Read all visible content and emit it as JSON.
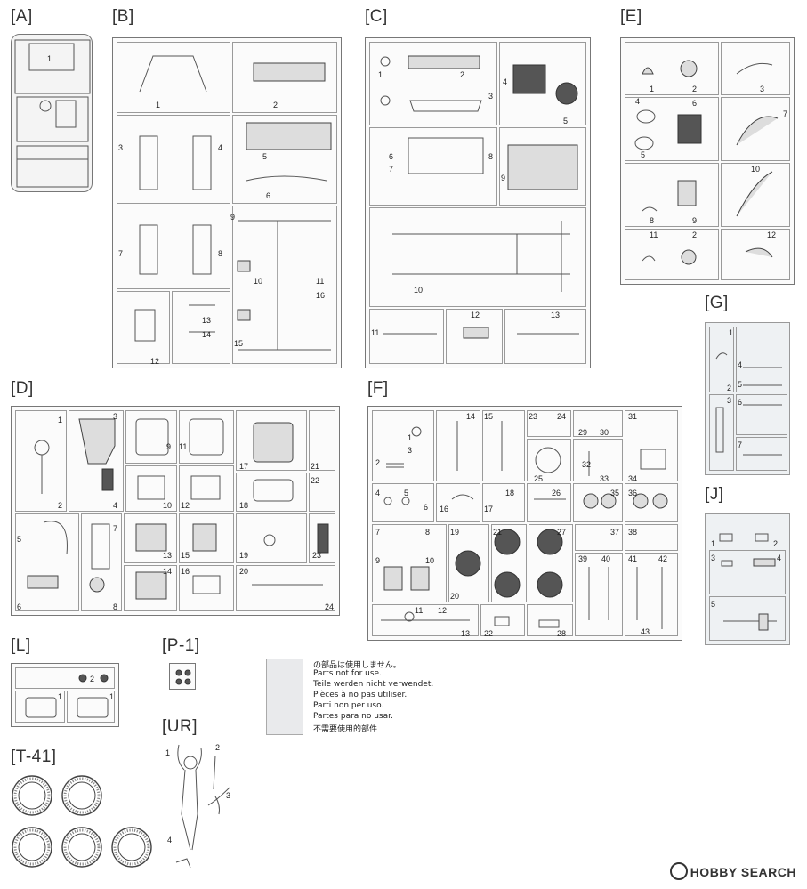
{
  "sprues": {
    "A": {
      "label": "[A]",
      "parts": [
        "1"
      ]
    },
    "B": {
      "label": "[B]",
      "parts": [
        "1",
        "2",
        "3",
        "4",
        "5",
        "6",
        "7",
        "8",
        "9",
        "10",
        "11",
        "12",
        "13",
        "14",
        "15",
        "16"
      ]
    },
    "C": {
      "label": "[C]",
      "parts": [
        "1",
        "2",
        "3",
        "4",
        "5",
        "6",
        "7",
        "8",
        "9",
        "10",
        "11",
        "12",
        "13"
      ]
    },
    "E": {
      "label": "[E]",
      "parts": [
        "1",
        "2",
        "3",
        "4",
        "5",
        "6",
        "7",
        "8",
        "9",
        "10",
        "11",
        "2",
        "12"
      ]
    },
    "G": {
      "label": "[G]",
      "parts": [
        "1",
        "2",
        "3",
        "4",
        "5",
        "6",
        "7"
      ]
    },
    "D": {
      "label": "[D]",
      "parts": [
        "1",
        "2",
        "3",
        "4",
        "9",
        "10",
        "11",
        "12",
        "17",
        "18",
        "21",
        "22",
        "5",
        "6",
        "7",
        "8",
        "13",
        "14",
        "15",
        "16",
        "19",
        "20",
        "23",
        "24"
      ]
    },
    "F": {
      "label": "[F]",
      "parts": [
        "1",
        "2",
        "3",
        "4",
        "5",
        "6",
        "14",
        "15",
        "16",
        "17",
        "18",
        "23",
        "24",
        "25",
        "26",
        "29",
        "30",
        "31",
        "32",
        "33",
        "34",
        "35",
        "36",
        "7",
        "8",
        "9",
        "10",
        "19",
        "20",
        "21",
        "27",
        "37",
        "38",
        "39",
        "40",
        "41",
        "42",
        "11",
        "12",
        "13",
        "22",
        "28",
        "43"
      ]
    },
    "J": {
      "label": "[J]",
      "parts": [
        "1",
        "2",
        "3",
        "4",
        "5"
      ]
    },
    "L": {
      "label": "[L]",
      "parts": [
        "1",
        "2",
        "1"
      ]
    },
    "P1": {
      "label": "[P-1]"
    },
    "UR": {
      "label": "[UR]",
      "parts": [
        "1",
        "2",
        "3",
        "4"
      ]
    },
    "T41": {
      "label": "[T-41]"
    }
  },
  "notice": {
    "lines": [
      "の部品は使用しません。",
      "Parts not for use.",
      "Teile werden nicht verwendet.",
      "Pièces à no pas utiliser.",
      "Parti non per uso.",
      "Partes para no usar.",
      "不需要使用的部件"
    ]
  },
  "watermark": {
    "brand": "HOBBY SEARCH"
  }
}
